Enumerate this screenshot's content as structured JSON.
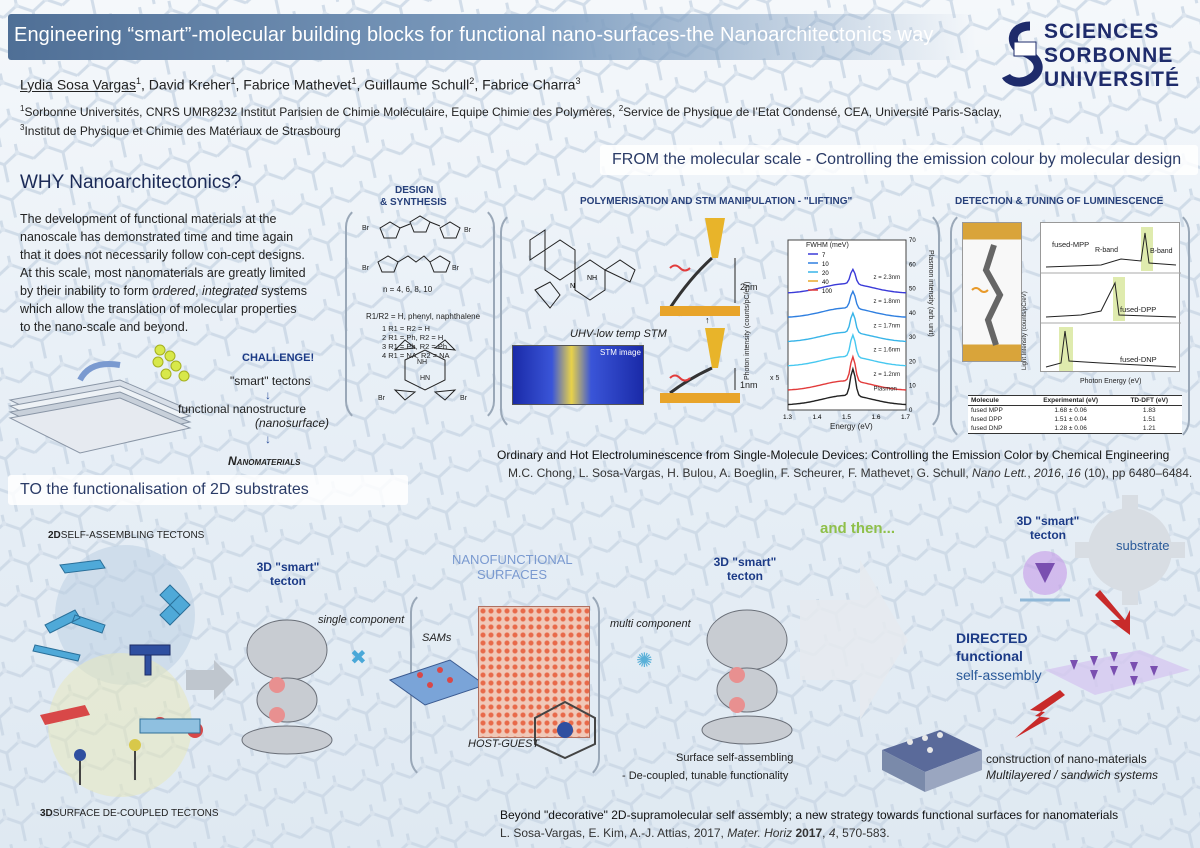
{
  "header": {
    "title": "Engineering “smart”-molecular building blocks for functional nano-surfaces-the Nanoarchitectonics way",
    "authors": [
      {
        "name": "Lydia Sosa Vargas",
        "sup": "1"
      },
      {
        "name": "David Kreher",
        "sup": "1"
      },
      {
        "name": "Fabrice Mathevet",
        "sup": "1"
      },
      {
        "name": "Guillaume Schull",
        "sup": "2"
      },
      {
        "name": "Fabrice Charra",
        "sup": "3"
      }
    ],
    "affil_line1": "Sorbonne Universités, CNRS UMR8232  Institut Parisien de Chimie Moléculaire, Equipe Chimie des Polymères, ",
    "affil_line1b": "Service de Physique de l’Etat Condensé, CEA, Université Paris-Saclay,",
    "affil_line2": "Institut de Physique et Chimie des Matériaux de Strasbourg",
    "logo_line1": "SCIENCES",
    "logo_line2": "SORBONNE",
    "logo_line3": "UNIVERSITÉ"
  },
  "sections": {
    "molecular": "FROM the molecular scale - Controlling the emission colour by molecular design",
    "functionalisation": "TO the functionalisation  of  2D substrates"
  },
  "why": {
    "title": "WHY  Nanoarchitectonics?",
    "body_a": "The development of functional materials at the nanoscale has demonstrated time and time again that it does not necessarily follow con-cept designs. At this scale, most nanomaterials are greatly limited by their inability to form ",
    "body_ordered": "ordered",
    "body_comma": ", ",
    "body_integrated": "integrated",
    "body_b": " systems which allow the translation of molecular properties to the nano-scale and beyond.",
    "challenge": "CHALLENGE!",
    "tectons": "\"smart\" tectons",
    "nanostructure": "functional nanostructure",
    "nanosurface": "(nanosurface)",
    "nanomaterials": "Nanomaterials"
  },
  "design": {
    "label1": "DESIGN",
    "label2": "& SYNTHESIS",
    "n_values": "n = 4, 6, 8, 10",
    "r_def": "R1/R2 = H, phenyl, naphthalene",
    "rows": [
      "1   R1 = R2 = H",
      "2   R1 = Ph, R2 = H",
      "3   R1 = Ph, R2 = Ph",
      "4   R1 = NA, R2 = NA"
    ]
  },
  "poly": {
    "label": "POLYMERISATION AND STM MANIPULATION - \"LIFTING\"",
    "stm_caption": "UHV-low temp  STM",
    "stm_image": "STM image",
    "h1": "2nm",
    "h2": "1nm"
  },
  "detect": {
    "label": "DETECTION & TUNING OF LUMINESCENCE",
    "series": [
      "fused-MPP",
      "fused-DPP",
      "fused-DNP"
    ],
    "table_head": [
      "Molecule",
      "Experimental (eV)",
      "TD-DFT (eV)"
    ],
    "table_rows": [
      [
        "fused MPP",
        "1.68 ± 0.06",
        "1.83"
      ],
      [
        "fused DPP",
        "1.51 ± 0.04",
        "1.51"
      ],
      [
        "fused DNP",
        "1.28 ± 0.06",
        "1.21"
      ]
    ],
    "xlabel": "Photon Energy (eV)",
    "ylabel": "Light Intensity (counts/pC/eV)",
    "rband": "R-band",
    "bband": "B-band"
  },
  "ref1": {
    "title": "Ordinary and Hot Electroluminescence from Single-Molecule Devices: Controlling the Emission Color by Chemical Engineering",
    "authors": "M.C. Chong, L. Sosa-Vargas, H. Bulou, A. Boeglin, F. Scheurer, F. Mathevet, G. Schull, ",
    "journal": "Nano Lett.",
    "year": "2016",
    "vol": "16",
    "pages": " (10), pp 6480–6484."
  },
  "functional": {
    "tectons_2d": "SELF-ASSEMBLING TECTONS",
    "prefix_2d": "2D",
    "tectons_3d": "SURFACE DE-COUPLED TECTONS",
    "prefix_3d": "3D",
    "smart_tecton_line1": "3D \"smart\"",
    "smart_tecton_line2": "tecton",
    "single": "single component",
    "multi": "multi component",
    "nano_line1": "NANOFUNCTIONAL",
    "nano_line2": "SURFACES",
    "sams": "SAMs",
    "hostguest": "HOST-GUEST",
    "surface_sa": "Surface self-assembling",
    "decoupled": "- De-coupled, tunable functionality",
    "and_then": "and then...",
    "substrate": "substrate",
    "directed1": "DIRECTED",
    "directed2": "functional",
    "directed3": "self-assembly",
    "construction": "construction of nano-materials",
    "multilayer": "Multilayered / sandwich  systems"
  },
  "ref2": {
    "title": "Beyond \"decorative\" 2D-supramolecular self assembly; a new strategy towards functional surfaces for nanomaterials",
    "authors": "L. Sosa-Vargas,  E. Kim, A.-J. Attias, 2017, ",
    "journal": "Mater. Horiz",
    "year": " 2017",
    "vol": "4",
    "pages": ", 570-583."
  },
  "chart_data": {
    "type": "line",
    "title": "",
    "xlabel": "Energy (eV)",
    "ylabel": "Photon intensity (counts/pC/eV)",
    "y2label": "Plasmon intensity (arb. unit)",
    "xlim": [
      1.3,
      1.7
    ],
    "x_ticks": [
      "1.3",
      "1.4",
      "1.5",
      "1.6",
      "1.7"
    ],
    "y_ticks": [
      "0",
      "10",
      "20",
      "30",
      "40",
      "50",
      "60",
      "70"
    ],
    "legend_title": "FWHM (meV)",
    "legend": [
      "7",
      "10",
      "20",
      "40",
      "100"
    ],
    "series": [
      {
        "name": "z = 2.3nm",
        "color": "#3a3ad8",
        "offset": 48
      },
      {
        "name": "z = 1.8nm",
        "color": "#2f7fe0",
        "offset": 38
      },
      {
        "name": "z = 1.7nm",
        "color": "#38b4e8",
        "offset": 28
      },
      {
        "name": "z = 1.6nm",
        "color": "#47c8f0",
        "offset": 18
      },
      {
        "name": "z = 1.2nm",
        "color": "#e23b3b",
        "offset": 8
      },
      {
        "name": "Plasmon",
        "color": "#222222",
        "offset": 2
      }
    ],
    "peak_x": 1.52,
    "scale_note": "x 5"
  }
}
